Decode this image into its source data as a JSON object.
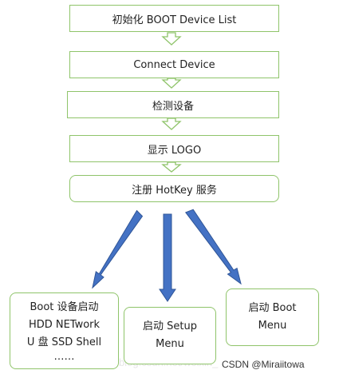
{
  "flow_steps": [
    "初始化 BOOT Device List",
    "Connect Device",
    "检测设备",
    "显示 LOGO",
    "注册 HotKey 服务"
  ],
  "branches": {
    "left": [
      "Boot 设备启动",
      "HDD NETwork",
      "U 盘  SSD Shell",
      "……"
    ],
    "middle": [
      "启动 Setup",
      "Menu"
    ],
    "right": [
      "启动 Boot",
      "Menu"
    ]
  },
  "watermark": "CSDN @Miraiitowa",
  "faint_url": "https://blog.csdn.net/weixin_",
  "colors": {
    "box_border": "#8fc46a",
    "arrow_fill": "#4472c4",
    "arrow_stroke": "#2f5597"
  }
}
